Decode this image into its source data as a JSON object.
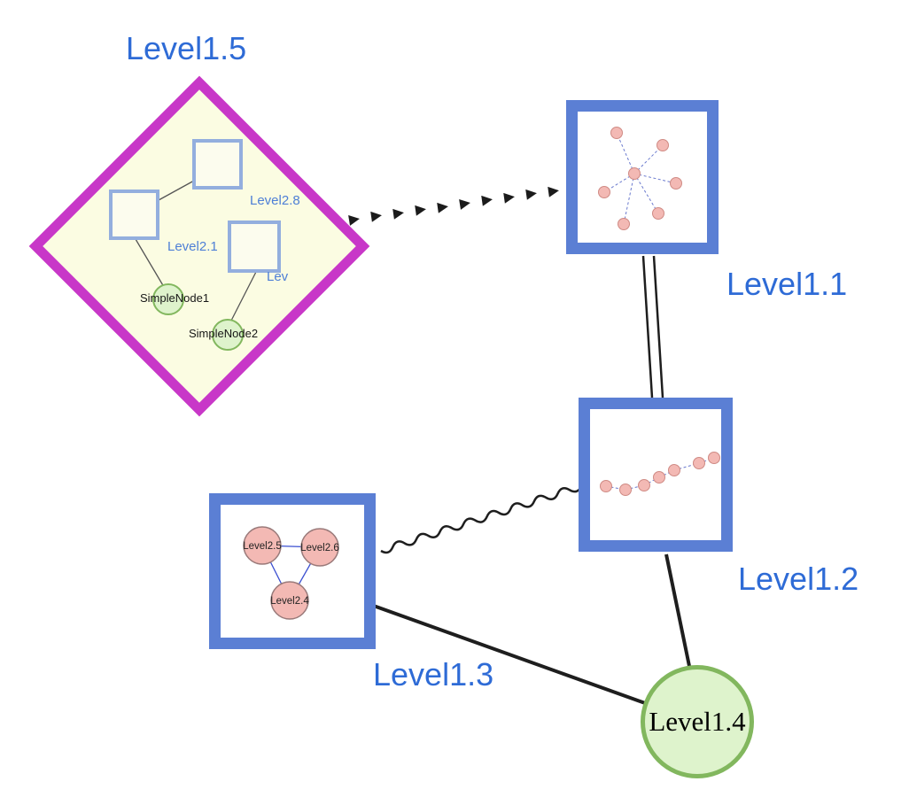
{
  "colors": {
    "label_blue": "#2e6bd6",
    "inner_label_blue": "#4e7fd6",
    "node_border_blue": "#5b7fd4",
    "diamond_border": "#c837c8",
    "diamond_fill": "#fbfce2",
    "inner_square_border": "#93aede",
    "inner_square_fill": "#fcfcee",
    "green_fill": "#def3cc",
    "green_border": "#82b75e",
    "pink_fill": "#f3b9b4",
    "mini_edge_blue": "#6a7ace",
    "edge_black": "#1e1e1e"
  },
  "nodes": {
    "level15": {
      "label": "Level1.5",
      "shape": "diamond"
    },
    "level11": {
      "label": "Level1.1",
      "shape": "square"
    },
    "level12": {
      "label": "Level1.2",
      "shape": "square"
    },
    "level13": {
      "label": "Level1.3",
      "shape": "square"
    },
    "level14": {
      "label": "Level1.4",
      "shape": "circle"
    }
  },
  "level15_contents": {
    "squares": [
      {
        "label": "Level2.8"
      },
      {
        "label": "Level2.1"
      },
      {
        "label": "Lev"
      }
    ],
    "simple_nodes": [
      {
        "label": "SimpleNode1"
      },
      {
        "label": "SimpleNode2"
      }
    ]
  },
  "level11_contents": {
    "type": "star-subgraph",
    "node_count": 7
  },
  "level12_contents": {
    "type": "chain-subgraph",
    "node_count": 7
  },
  "level13_contents": {
    "circles": [
      {
        "label": "Level2.5"
      },
      {
        "label": "Level2.6"
      },
      {
        "label": "Level2.4"
      }
    ]
  },
  "edges": [
    {
      "from": "Level1.5",
      "to": "Level1.1",
      "style": "dashed-arrow"
    },
    {
      "from": "Level1.1",
      "to": "Level1.2",
      "style": "double-line"
    },
    {
      "from": "Level1.3",
      "to": "Level1.2",
      "style": "wavy"
    },
    {
      "from": "Level1.3",
      "to": "Level1.4",
      "style": "solid"
    },
    {
      "from": "Level1.2",
      "to": "Level1.4",
      "style": "solid"
    }
  ]
}
